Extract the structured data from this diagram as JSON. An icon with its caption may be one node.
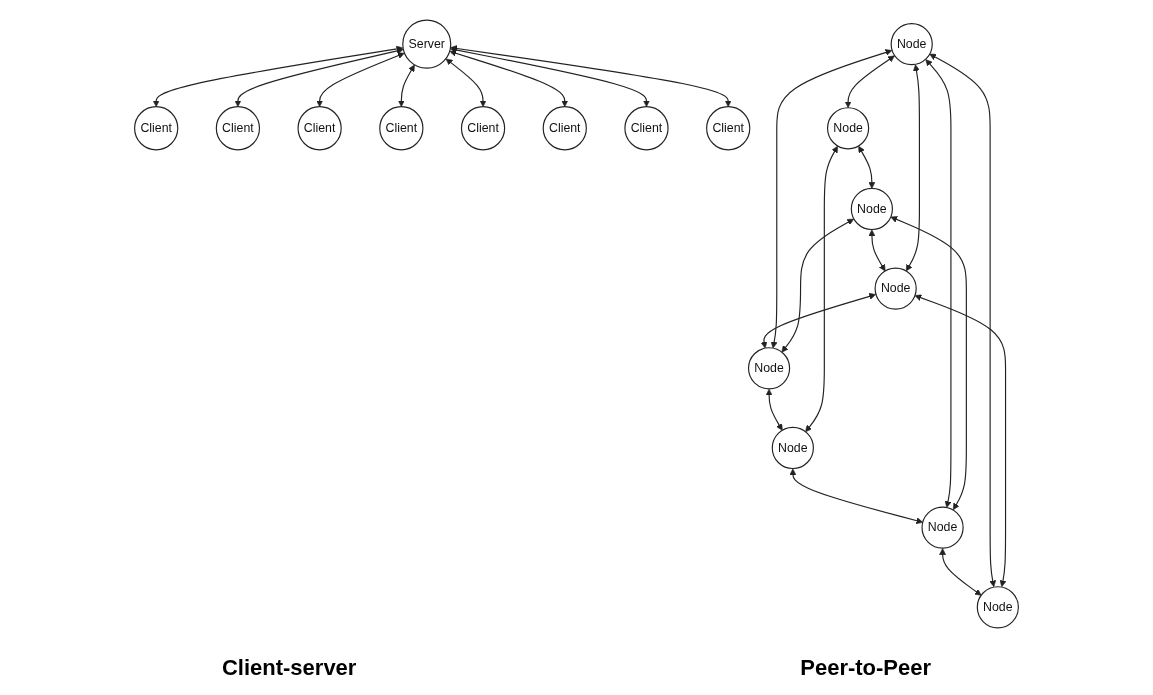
{
  "diagram": {
    "nodes": [
      {
        "text": [
          "Client"
        ]
      },
      {
        "text": [
          "Client"
        ]
      },
      {
        "text": [
          "Client"
        ]
      },
      {
        "text": [
          "Client"
        ]
      },
      {
        "text": [
          "Server"
        ]
      },
      {
        "text": [
          "Client"
        ]
      },
      {
        "text": [
          "Client"
        ]
      },
      {
        "text": [
          "Client"
        ]
      },
      {
        "text": [
          "Client"
        ]
      },
      {
        "text": [
          "Node"
        ]
      },
      {
        "text": [
          "Node"
        ]
      },
      {
        "text": [
          "Node"
        ]
      },
      {
        "text": [
          "Node"
        ]
      },
      {
        "text": [
          "Node"
        ]
      },
      {
        "text": [
          "Node"
        ]
      },
      {
        "text": [
          "Node"
        ]
      },
      {
        "text": [
          "Node"
        ]
      }
    ],
    "edges": [
      {
        "from": 4,
        "to": 0,
        "arrow": "both"
      },
      {
        "from": 4,
        "to": 1,
        "arrow": "both"
      },
      {
        "from": 4,
        "to": 2,
        "arrow": "both"
      },
      {
        "from": 4,
        "to": 3,
        "arrow": "both"
      },
      {
        "from": 4,
        "to": 5,
        "arrow": "both"
      },
      {
        "from": 4,
        "to": 6,
        "arrow": "both"
      },
      {
        "from": 4,
        "to": 7,
        "arrow": "both"
      },
      {
        "from": 4,
        "to": 8,
        "arrow": "both"
      },
      {
        "from": 9,
        "to": 11,
        "arrow": "both"
      },
      {
        "from": 11,
        "to": 13,
        "arrow": "both"
      },
      {
        "from": 13,
        "to": 15,
        "arrow": "both"
      },
      {
        "from": 15,
        "to": 16,
        "arrow": "both"
      },
      {
        "from": 16,
        "to": 14,
        "arrow": "both"
      },
      {
        "from": 14,
        "to": 12,
        "arrow": "both"
      },
      {
        "from": 12,
        "to": 10,
        "arrow": "both"
      },
      {
        "from": 10,
        "to": 9,
        "arrow": "both"
      },
      {
        "from": 9,
        "to": 12,
        "arrow": "both"
      },
      {
        "from": 9,
        "to": 16,
        "arrow": "both"
      },
      {
        "from": 9,
        "to": 15,
        "arrow": "both"
      },
      {
        "from": 11,
        "to": 14,
        "arrow": "both"
      },
      {
        "from": 10,
        "to": 15,
        "arrow": "both"
      },
      {
        "from": 12,
        "to": 13,
        "arrow": "both"
      },
      {
        "from": 13,
        "to": 16,
        "arrow": "both"
      }
    ],
    "labels": [
      "Client-server",
      "Peer-to-Peer"
    ]
  }
}
